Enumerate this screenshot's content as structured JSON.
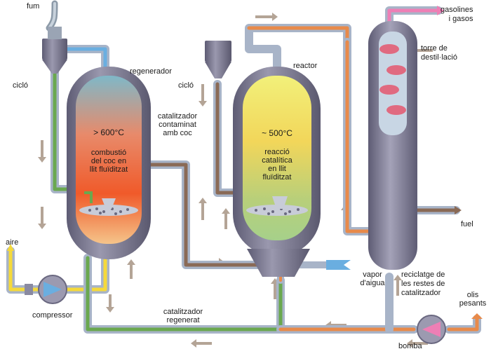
{
  "labels": {
    "fum": "fum",
    "ciclo_left": "cicló",
    "regenerador": "regenerador",
    "ciclo_right": "cicló",
    "reactor": "reactor",
    "gasolines": "gasolines\ni gasos",
    "torre": "torre de\ndestil·lació",
    "temp_regen": "> 600°C",
    "combustio": "combustió\ndel coc en\nllit fluïditzat",
    "catalitzador_contaminat": "catalitzador\ncontaminat\namb coc",
    "temp_reactor": "~ 500°C",
    "reaccio": "reacció\ncatalítica\nen llit\nfluïditzat",
    "fuel": "fuel",
    "aire": "aire",
    "vapor": "vapor\nd'aigua",
    "reciclatge": "reciclatge de\nles restes de\ncatalitzador",
    "compressor": "compressor",
    "catalitzador_regenerat": "catalitzador\nregenerat",
    "olis": "olis\npesants",
    "bomba": "bomba"
  },
  "colors": {
    "vessel": "#7c7a92",
    "pipe_grey": "#b8c4d8",
    "pipe_brown": "#8a6a56",
    "pipe_green": "#6aa84f",
    "pipe_orange": "#e88a4a",
    "pipe_yellow": "#f5d93a",
    "pipe_blue": "#6aaee0",
    "pipe_pink": "#ee7fb5"
  }
}
